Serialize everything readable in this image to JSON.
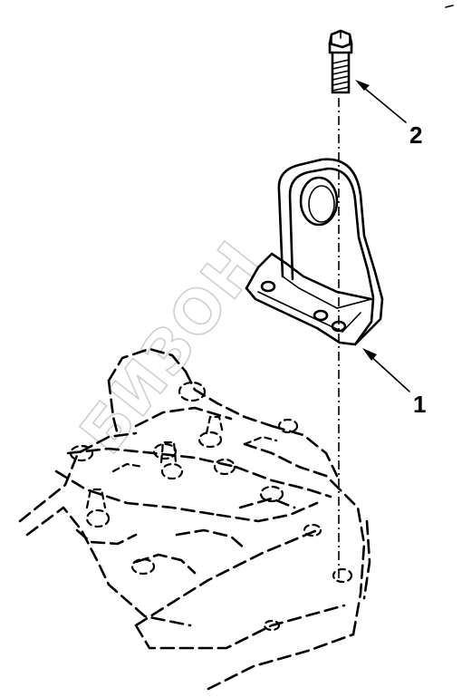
{
  "callouts": {
    "bracket": "1",
    "bolt": "2"
  },
  "watermark": {
    "text": "БИЗОН"
  },
  "colors": {
    "line": "#000000",
    "background": "#ffffff",
    "watermark": "#cfcfcf"
  }
}
